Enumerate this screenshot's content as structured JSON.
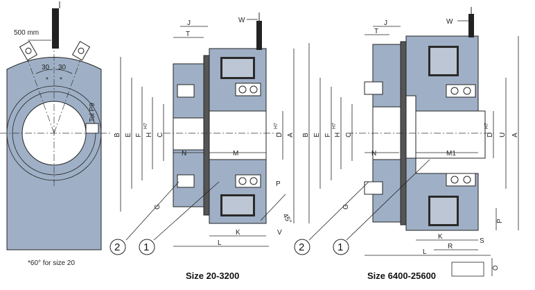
{
  "figure": {
    "wire_length": "500 mm",
    "angle_left": "30",
    "angle_right": "30",
    "angle_marks": "*",
    "tolerance": "Tol P9",
    "footnote": "*60° for size 20",
    "caption_left": "Size 20-3200",
    "caption_right": "Size 6400-25600",
    "callouts": [
      "2",
      "1"
    ],
    "dims_left": {
      "J": "J",
      "T": "T",
      "W": "W",
      "B": "B",
      "E": "E",
      "F": "F",
      "H": "H",
      "H_tol": "H7",
      "C": "C",
      "D": "D",
      "D_tol": "H7",
      "A": "A",
      "N": "N",
      "M": "M",
      "G": "G",
      "P": "P",
      "angle": "45°",
      "K": "K",
      "V": "V",
      "L": "L"
    },
    "dims_right": {
      "J": "J",
      "T": "T",
      "W": "W",
      "B": "B",
      "E": "E",
      "F": "F",
      "H": "H",
      "H_tol": "H7",
      "C": "C",
      "D": "D",
      "D_tol": "H7",
      "U": "U",
      "A": "A",
      "N": "N",
      "M1": "M1",
      "G": "G",
      "P": "P",
      "K": "K",
      "S": "S",
      "R": "R",
      "L": "L",
      "O": "O"
    }
  },
  "colors": {
    "body": "#9fb0c6",
    "coil": "#2a2a2a",
    "line": "#222222"
  }
}
